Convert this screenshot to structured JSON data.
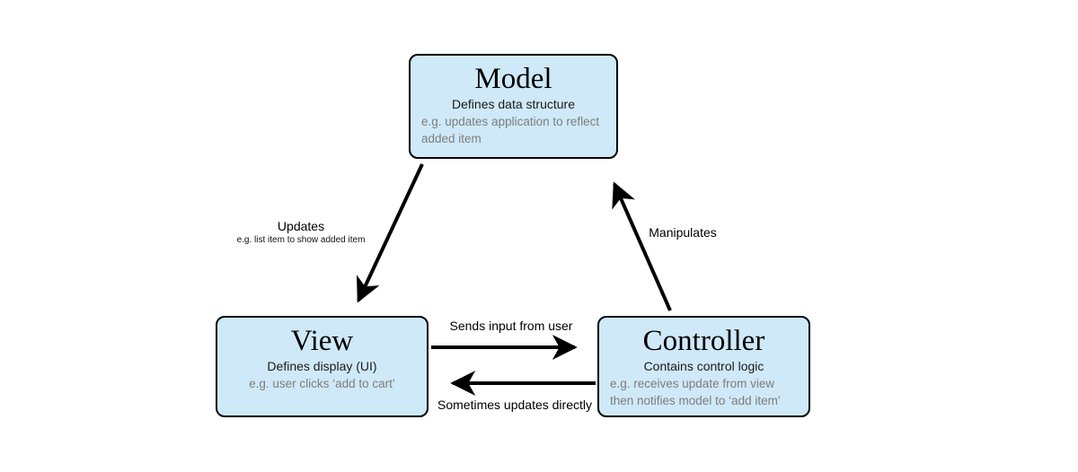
{
  "colors": {
    "box_fill": "#cfe9f8",
    "box_border": "#000000",
    "muted_text": "#7d7d7d"
  },
  "nodes": {
    "model": {
      "title": "Model",
      "line1": "Defines data structure",
      "example": "e.g. updates application to reflect added item"
    },
    "view": {
      "title": "View",
      "line1": "Defines display (UI)",
      "example": "e.g. user clicks ‘add to cart’"
    },
    "controller": {
      "title": "Controller",
      "line1": "Contains control logic",
      "example": "e.g. receives update from view then notifies model to ‘add item’"
    }
  },
  "edges": {
    "model_to_view": {
      "label": "Updates",
      "sublabel": "e.g. list item to show added item"
    },
    "controller_to_model": {
      "label": "Manipulates"
    },
    "view_to_controller": {
      "label": "Sends input from user"
    },
    "controller_to_view": {
      "label": "Sometimes updates directly"
    }
  }
}
